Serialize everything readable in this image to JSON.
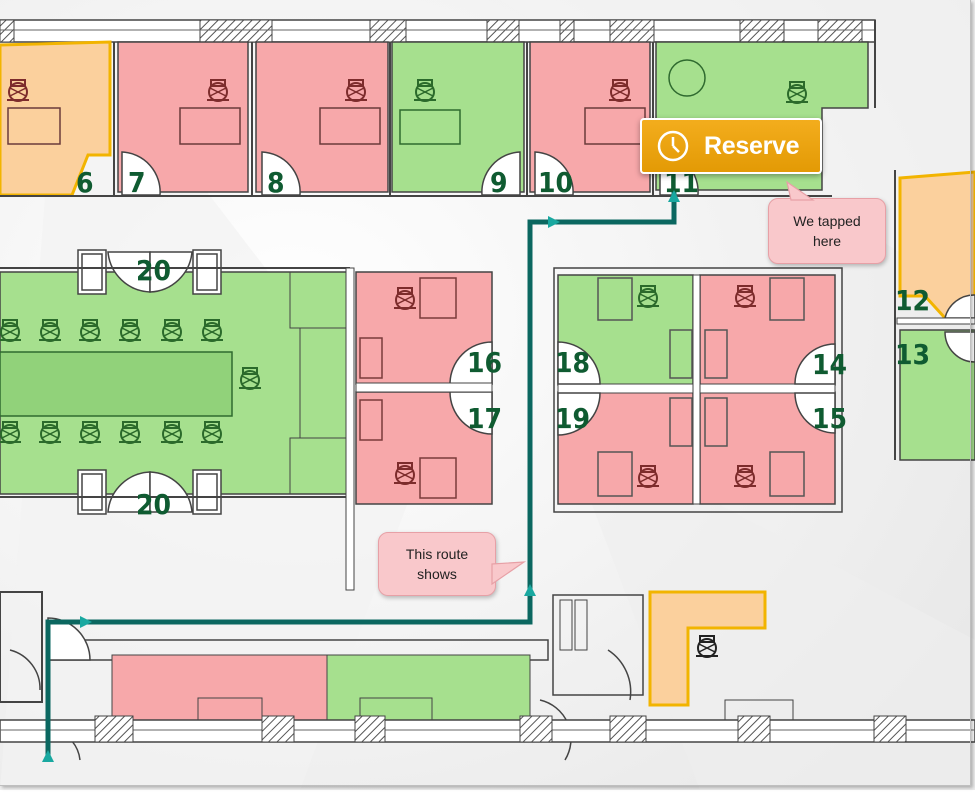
{
  "rooms": {
    "r6": "6",
    "r7": "7",
    "r8": "8",
    "r9": "9",
    "r10": "10",
    "r11": "11",
    "r12": "12",
    "r13": "13",
    "r14": "14",
    "r15": "15",
    "r16": "16",
    "r17": "17",
    "r18": "18",
    "r19": "19",
    "r20_top": "20",
    "r20_bottom": "20"
  },
  "reserve_button": {
    "label": "Reserve",
    "icon": "clock-icon"
  },
  "callouts": {
    "tapped": "We tapped here",
    "route": "This route shows"
  },
  "colors": {
    "occupied": "#f7a8aa",
    "available": "#a6e08e",
    "selected": "#fbd09d",
    "route": "#0b6760",
    "button": "#e9a00c"
  }
}
